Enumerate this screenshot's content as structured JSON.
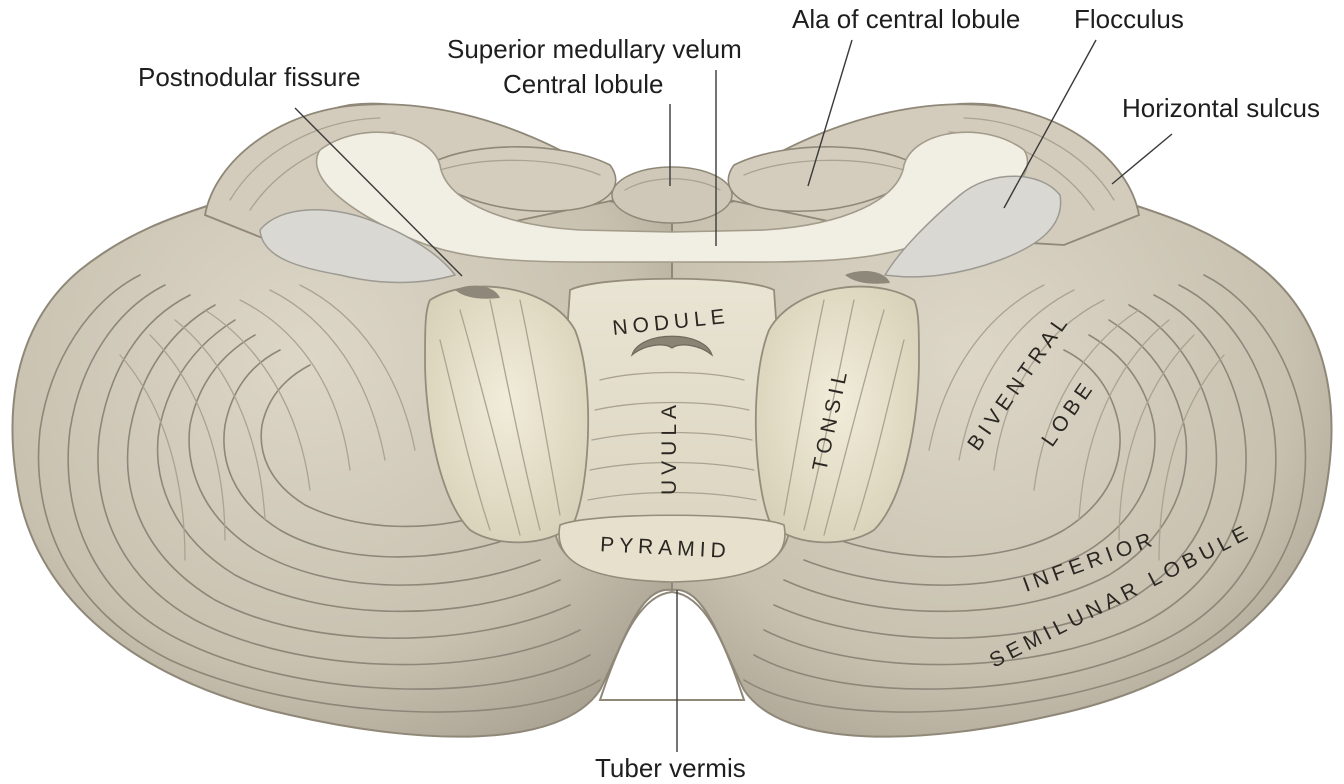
{
  "callouts": {
    "postnodular_fissure": "Postnodular fissure",
    "superior_medullary_velum": "Superior medullary velum",
    "central_lobule": "Central lobule",
    "ala_of_central_lobule": "Ala of central lobule",
    "flocculus": "Flocculus",
    "horizontal_sulcus": "Horizontal sulcus",
    "tuber_vermis": "Tuber vermis"
  },
  "regions": {
    "nodule": "NODULE",
    "uvula": "UVULA",
    "tonsil": "TONSIL",
    "biventral": "BIVENTRAL",
    "lobe": "LOBE",
    "pyramid": "PYRAMID",
    "inferior": "INFERIOR",
    "semilunar_lobule": "SEMILUNAR LOBULE"
  },
  "colors": {
    "cerebellum_surface": "#cdc6b6",
    "folia_lines": "#8d877a",
    "tonsil_cream": "#e8e3cd",
    "velum_white": "#f1eee3",
    "flocculus": "#d9d8d2",
    "label_text": "#1e1e1e"
  }
}
